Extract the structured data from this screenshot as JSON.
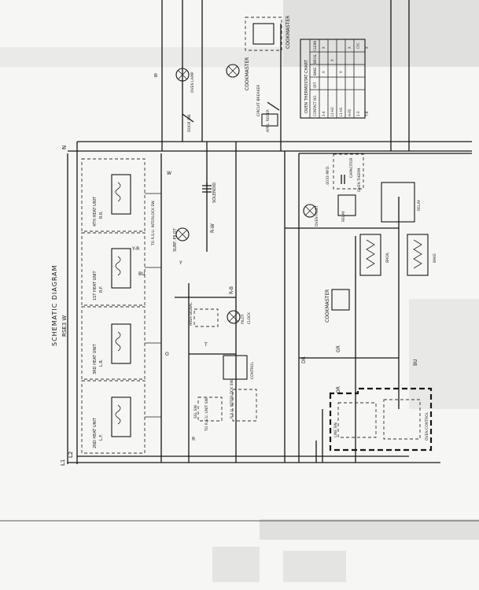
{
  "diagram": {
    "title": "SCHEMATIC DIAGRAM",
    "model": "RSE3 W"
  },
  "heat_units": [
    {
      "label": "2ND HEAT UNIT",
      "sub": "L.F."
    },
    {
      "label": "3RD HEAT UNIT",
      "sub": "L.R."
    },
    {
      "label": "1ST HEAT UNIT",
      "sub": "R.F."
    },
    {
      "label": "4TH HEAT UNIT",
      "sub": "R.R."
    }
  ],
  "component_labels": {
    "surf_pilot": "SURF. PILOT",
    "solenoid": "SOLENOID",
    "interlock_sw": "TO R.S.U. INTERLOCK SW.",
    "high_signal": "HIGH SIGNAL",
    "pilot": "PILOT",
    "clock": "CLOCK",
    "control": "CONTROL",
    "ssl_sw": "SSL SW.",
    "unit_sw": "TO R.S.U. UNIT SW.",
    "interlock": "R.S.U. INTERLOCK SW.",
    "cookmaster_top": "COOKMASTER",
    "cookmaster_mid": "COOKMASTER",
    "cookmaster_lower": "COOKMASTER",
    "oven_lamp": "OVEN LAMP",
    "door_sw": "DOOR SW.",
    "circuit_breaker": "CIRCUIT BREAKER",
    "appl_recep": "APPL. RECEP.",
    "oven_pilot": "OVEN PILOT",
    "capacitor": "CAPACITOR",
    "cap_value": ".0033 MFD.",
    "oven_therm": "OVEN THERM.",
    "relay": "RELAY",
    "broil": "BROIL",
    "bake": "BAKE",
    "line_sw": "LINE SW.",
    "oven_control": "OVEN CONTROL"
  },
  "wire_codes": {
    "w": "W",
    "b": "B",
    "r": "R",
    "y": "Y",
    "o": "O",
    "t": "T",
    "rw": "R-W",
    "bu": "BU",
    "dr": "DR",
    "or": "OR",
    "gr": "GR",
    "yr": "Y-R",
    "bu2": "BU",
    "rb": "R-B"
  },
  "terminals": {
    "l1": "L1",
    "l2": "L2",
    "n": "N"
  },
  "oven_table": {
    "title": "OVEN THERMOSTAT CHART",
    "headers": [
      "CONTACT NO.",
      "OFF",
      "BAKE",
      "BROIL",
      "CLEAN"
    ],
    "rows": [
      [
        "3-4",
        "",
        "X",
        "",
        "X"
      ],
      [
        "L1-H2",
        "",
        "",
        "X",
        ""
      ],
      [
        "L1-H1",
        "",
        "X",
        "",
        ""
      ],
      [
        "H-P2",
        "",
        "",
        "",
        "X"
      ],
      [
        "1-3",
        "",
        "",
        "",
        "CYC"
      ],
      [
        "7-8",
        "",
        "",
        "",
        "X"
      ]
    ]
  }
}
